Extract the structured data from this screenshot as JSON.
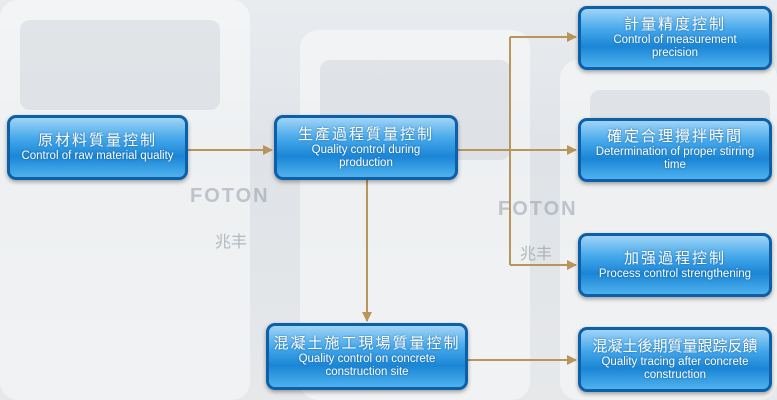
{
  "nodes": {
    "raw": {
      "zh": "原材料質量控制",
      "en": "Control of raw material quality"
    },
    "production": {
      "zh": "生產過程質量控制",
      "en": "Quality control during production"
    },
    "measurement": {
      "zh": "計量精度控制",
      "en": "Control of measurement precision"
    },
    "stirring": {
      "zh": "確定合理攪拌時間",
      "en": "Determination of proper stirring time"
    },
    "process": {
      "zh": "加强過程控制",
      "en": "Process control strengthening"
    },
    "site": {
      "zh": "混凝土施工現場質量控制",
      "en": "Quality control on concrete construction site"
    },
    "tracing": {
      "zh": "混凝土後期質量跟踪反饋",
      "en": "Quality tracing after concrete construction"
    }
  },
  "background": {
    "truck_text": [
      "FOTON",
      "FOTON",
      "兆丰",
      "兆丰"
    ]
  },
  "colors": {
    "connector": "#b8955a",
    "box_border": "#0d5fa8",
    "box_fill": "#2a93dd"
  }
}
